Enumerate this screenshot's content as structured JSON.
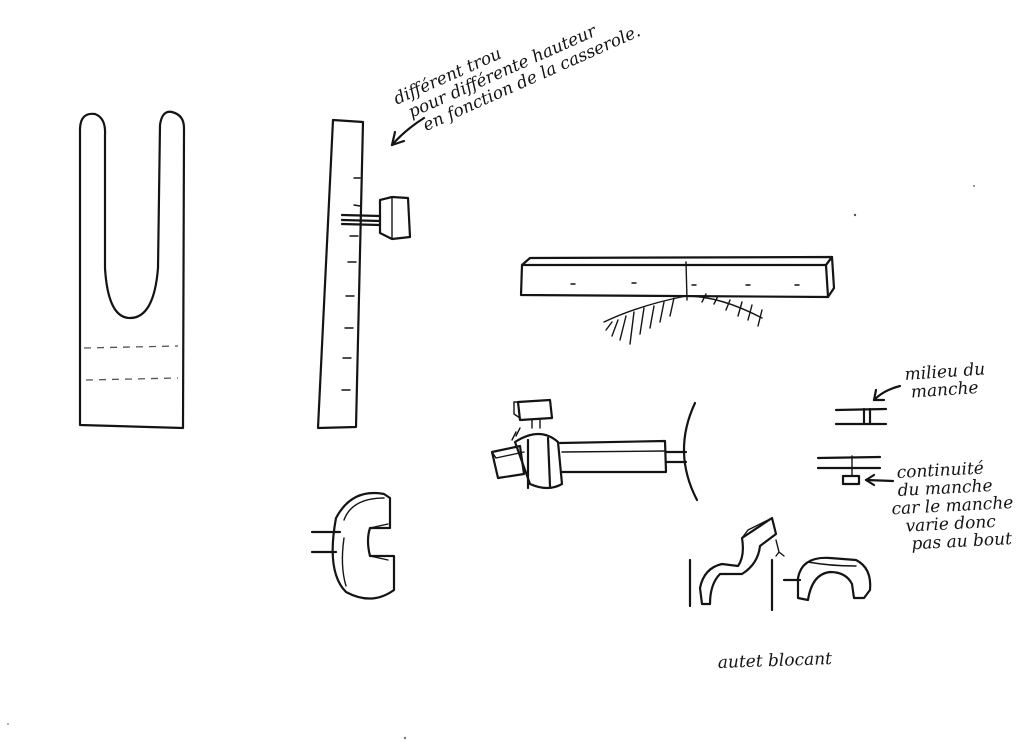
{
  "annotations": {
    "holes_note": {
      "line1": "différent trou",
      "line2": "pour différente hauteur",
      "line3": "en fonction de la casserole."
    },
    "middle_note": {
      "line1": "milieu du",
      "line2": "manche"
    },
    "continuity_note": {
      "line1": "continuité",
      "line2": "du manche",
      "line3": "car le manche",
      "line4": "varie donc",
      "line5": "pas au bout"
    },
    "stopper_caption": "autet blocant"
  },
  "colors": {
    "ink": "#141414",
    "paper": "#ffffff"
  }
}
